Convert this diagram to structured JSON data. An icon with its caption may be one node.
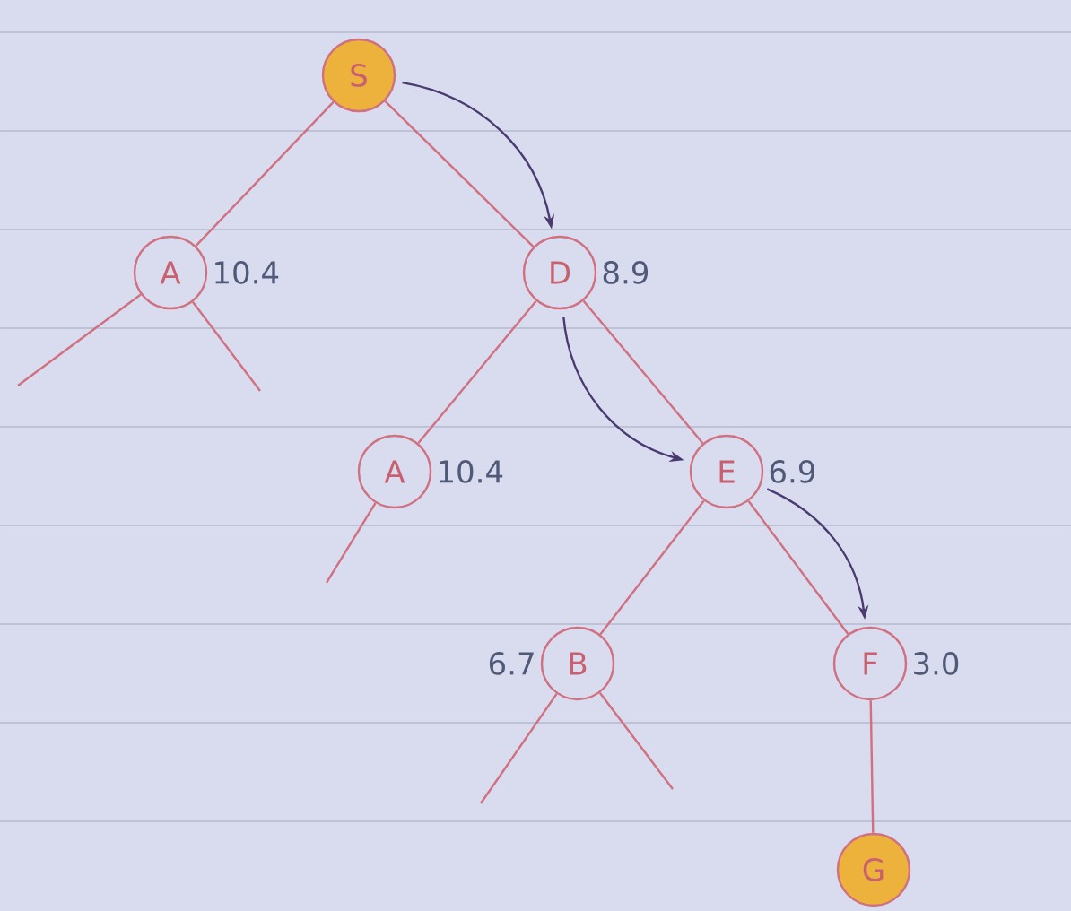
{
  "diagram": {
    "nodes": [
      {
        "text": [
          "S"
        ]
      },
      {
        "text": [
          "A"
        ],
        "beside": [
          "10.4"
        ]
      },
      {
        "text": [
          "D"
        ],
        "beside": [
          "8.9"
        ]
      },
      {
        "text": [
          "A"
        ],
        "beside": [
          "10.4"
        ]
      },
      {
        "text": [
          "E"
        ],
        "beside": [
          "6.9"
        ]
      },
      {
        "text": [
          "B"
        ],
        "beside": [
          "6.7"
        ]
      },
      {
        "text": [
          "F"
        ],
        "beside": [
          "3.0"
        ]
      },
      {
        "text": [
          "G"
        ]
      }
    ],
    "edges": [
      {
        "from": 0,
        "to": 1,
        "arrow": "none"
      },
      {
        "from": 0,
        "to": 2,
        "arrow": "none"
      },
      {
        "from": 1,
        "to": null,
        "arrow": "none"
      },
      {
        "from": 1,
        "to": null,
        "arrow": "none"
      },
      {
        "from": 2,
        "to": 3,
        "arrow": "none"
      },
      {
        "from": 2,
        "to": 4,
        "arrow": "none"
      },
      {
        "from": 3,
        "to": null,
        "arrow": "none"
      },
      {
        "from": 4,
        "to": 5,
        "arrow": "none"
      },
      {
        "from": 4,
        "to": 6,
        "arrow": "none"
      },
      {
        "from": 5,
        "to": null,
        "arrow": "none"
      },
      {
        "from": 5,
        "to": null,
        "arrow": "none"
      },
      {
        "from": 6,
        "to": 7,
        "arrow": "none"
      },
      {
        "from": 0,
        "to": 2,
        "arrow": "to",
        "color": "#4a3a70"
      },
      {
        "from": 2,
        "to": 4,
        "arrow": "to",
        "color": "#4a3a70"
      },
      {
        "from": 4,
        "to": 6,
        "arrow": "to",
        "color": "#4a3a70"
      }
    ]
  }
}
